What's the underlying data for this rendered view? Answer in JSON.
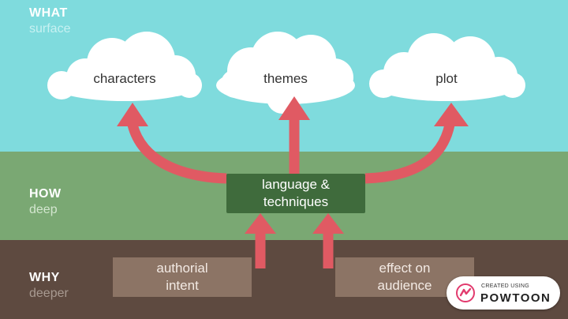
{
  "levels": {
    "what": {
      "heading": "WHAT",
      "sub": "surface"
    },
    "how": {
      "heading": "HOW",
      "sub": "deep"
    },
    "why": {
      "heading": "WHY",
      "sub": "deeper"
    }
  },
  "clouds": [
    "characters",
    "themes",
    "plot"
  ],
  "boxes": {
    "language": "language &\ntechniques",
    "authorial": "authorial\nintent",
    "effect": "effect on\naudience"
  },
  "badge": {
    "small": "CREATED USING",
    "big": "POWTOON"
  },
  "colors": {
    "sky": "#7fdbdd",
    "grass": "#7aa873",
    "soil": "#5e4a40",
    "arrow": "#e05a63",
    "language_box": "#3f6b3c",
    "ground_box": "#8c7465",
    "cloud": "#ffffff"
  }
}
